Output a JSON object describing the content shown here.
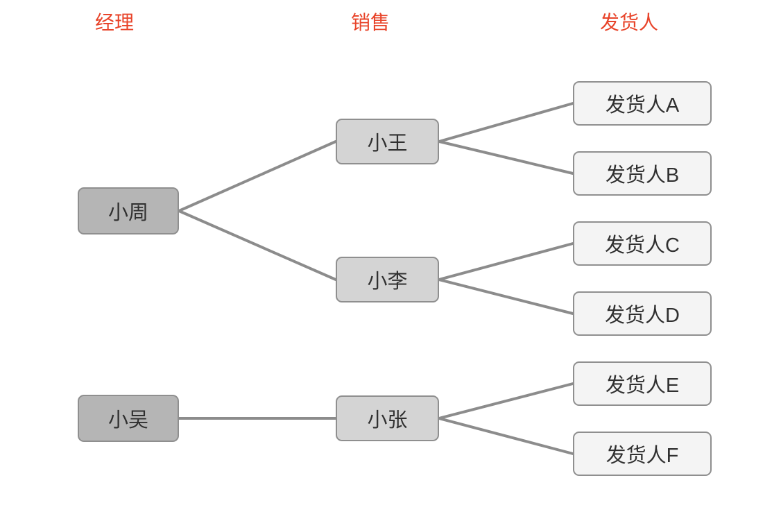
{
  "diagram": {
    "columns": {
      "manager": "经理",
      "sales": "销售",
      "shipper": "发货人"
    },
    "nodes": {
      "zhou": {
        "label": "小周",
        "role": "manager"
      },
      "wu": {
        "label": "小吴",
        "role": "manager"
      },
      "wang": {
        "label": "小王",
        "role": "sales"
      },
      "li": {
        "label": "小李",
        "role": "sales"
      },
      "zhang": {
        "label": "小张",
        "role": "sales"
      },
      "shipperA": {
        "label": "发货人A",
        "role": "shipper"
      },
      "shipperB": {
        "label": "发货人B",
        "role": "shipper"
      },
      "shipperC": {
        "label": "发货人C",
        "role": "shipper"
      },
      "shipperD": {
        "label": "发货人D",
        "role": "shipper"
      },
      "shipperE": {
        "label": "发货人E",
        "role": "shipper"
      },
      "shipperF": {
        "label": "发货人F",
        "role": "shipper"
      }
    },
    "edges": [
      {
        "from": "zhou",
        "to": "wang"
      },
      {
        "from": "zhou",
        "to": "li"
      },
      {
        "from": "wang",
        "to": "shipperA"
      },
      {
        "from": "wang",
        "to": "shipperB"
      },
      {
        "from": "li",
        "to": "shipperC"
      },
      {
        "from": "li",
        "to": "shipperD"
      },
      {
        "from": "wu",
        "to": "zhang"
      },
      {
        "from": "zhang",
        "to": "shipperE"
      },
      {
        "from": "zhang",
        "to": "shipperF"
      }
    ]
  },
  "colors": {
    "header_text": "#e8442a",
    "manager_fill": "#b5b5b5",
    "sales_fill": "#d4d4d4",
    "shipper_fill": "#f4f4f4",
    "node_border": "#8f8f8f",
    "node_text": "#303030",
    "line_color": "#8c8c8c",
    "background": "#ffffff"
  }
}
